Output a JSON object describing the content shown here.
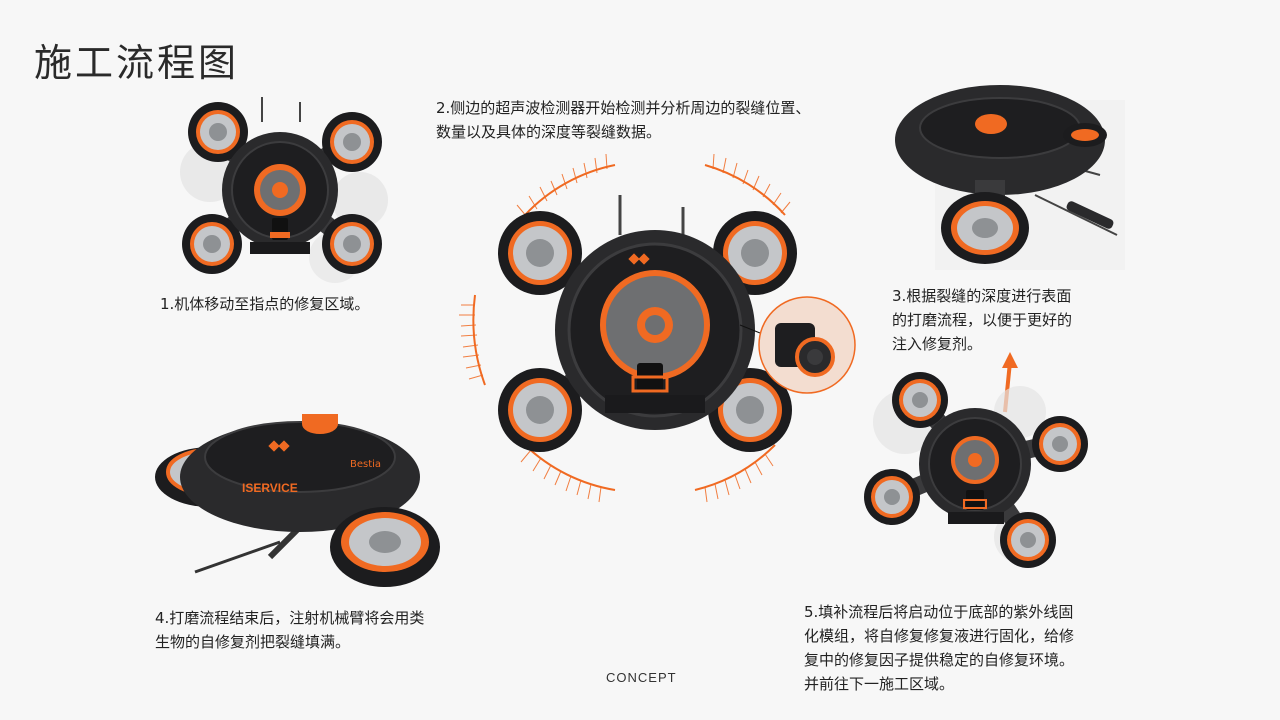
{
  "page": {
    "title": "施工流程图",
    "footer": "CONCEPT"
  },
  "steps": [
    {
      "line1": "1.机体移动至指点的修复区域。"
    },
    {
      "line1": "2.侧边的超声波检测器开始检测并分析周边的裂缝位置、",
      "line2": "数量以及具体的深度等裂缝数据。"
    },
    {
      "line1": "3.根据裂缝的深度进行表面",
      "line2": "的打磨流程，以便于更好的",
      "line3": "注入修复剂。"
    },
    {
      "line1": "4.打磨流程结束后，注射机械臂将会用类",
      "line2": "生物的自修复剂把裂缝填满。"
    },
    {
      "line1": "5.填补流程后将启动位于底部的紫外线固",
      "line2": "化模组，将自修复修复液进行固化，给修",
      "line3": "复中的修复因子提供稳定的自修复环境。",
      "line4": "并前往下一施工区域。"
    }
  ],
  "logo_text": {
    "brand": "Bestia",
    "service": "ISERVICE"
  },
  "colors": {
    "accent": "#f06a22",
    "body": "#2a2a2c",
    "body_dark": "#151517",
    "wheel_silver": "#b9bcbf",
    "background": "#f7f7f7"
  }
}
